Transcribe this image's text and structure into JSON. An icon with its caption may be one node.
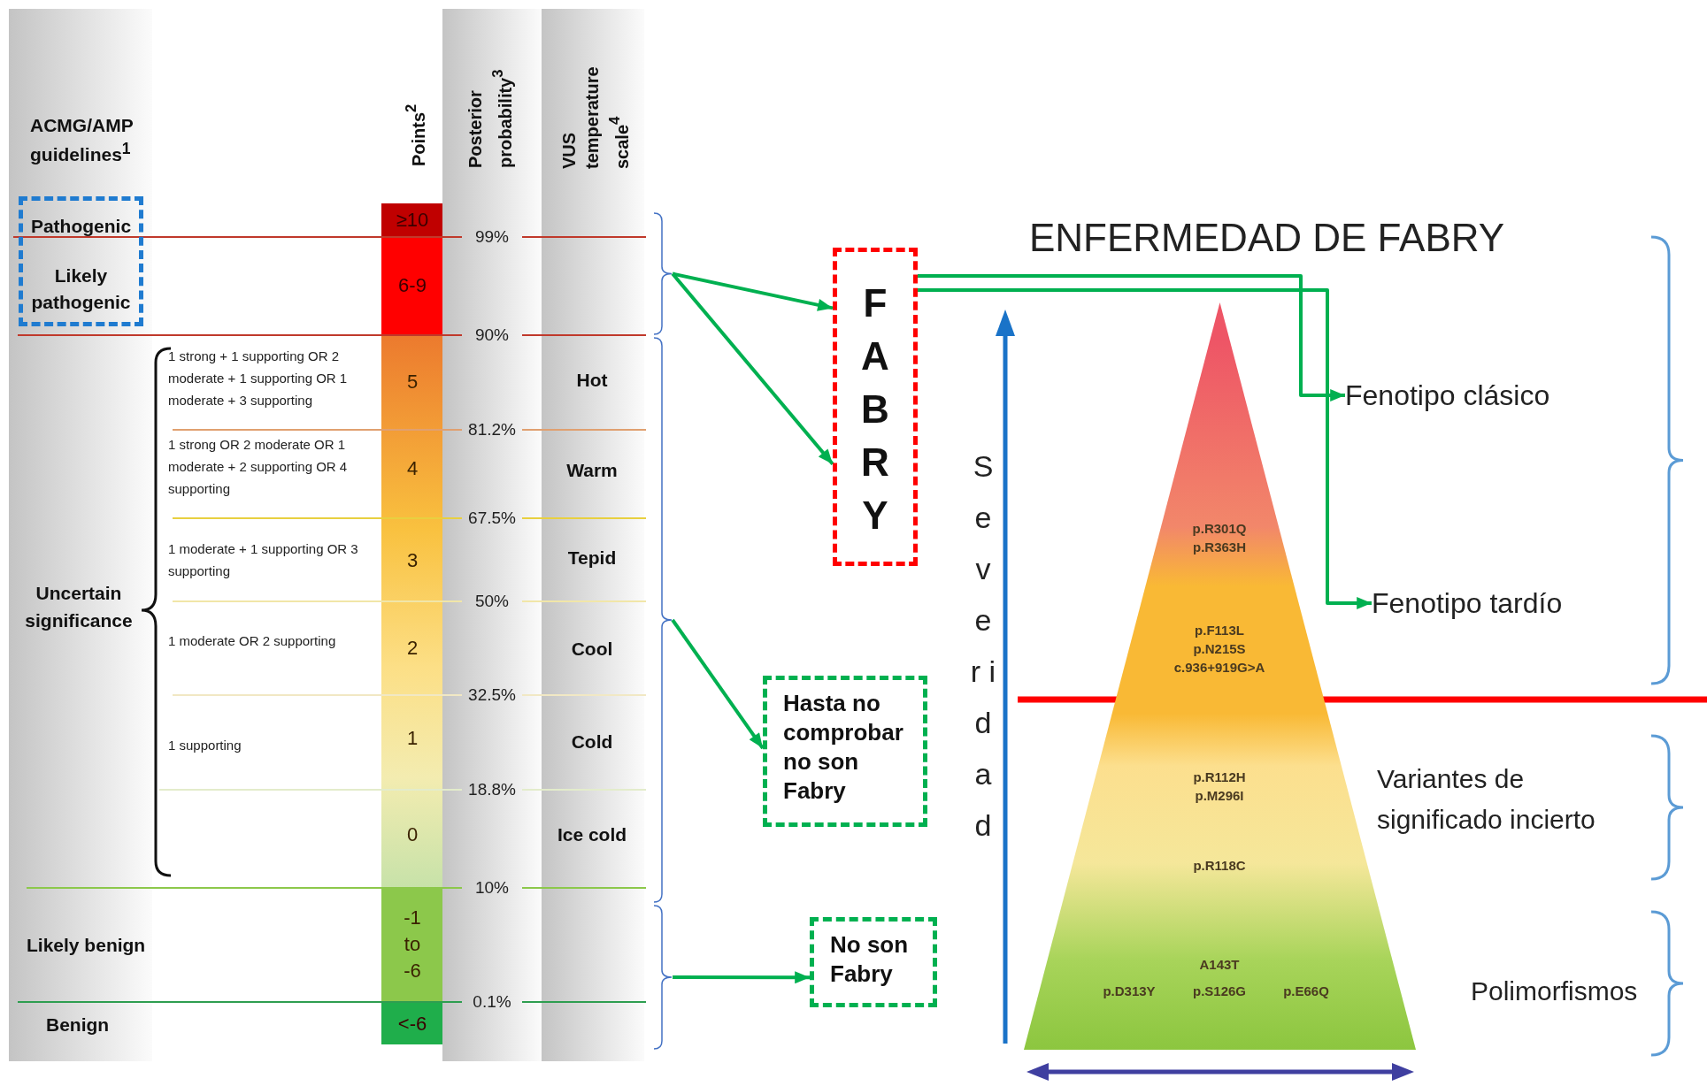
{
  "diagram": {
    "title": "ENFERMEDAD DE FABRY",
    "nodes": [
      {
        "text": [
          "Pathogenic",
          "Likely pathogenic"
        ]
      },
      {
        "text": [],
        "shape": "bracket"
      },
      {
        "text": [],
        "shape": "bracket"
      },
      {
        "text": [],
        "shape": "bracket"
      },
      {
        "text": [
          "F A B R Y"
        ]
      },
      {
        "text": [
          "Hasta no comprobar no son Fabry"
        ]
      },
      {
        "text": [
          "No son Fabry"
        ]
      },
      {
        "text": [
          "Fenotipo clásico"
        ]
      },
      {
        "text": [
          "Fenotipo tardío"
        ]
      },
      {
        "text": [
          "p.R301Q p.R363H",
          "p.F113L p.N215S c.936+919G>A",
          "p.R112H p.M296I",
          "p.R118C",
          "A143T",
          "p.D313Y",
          "p.S126G",
          "p.E66Q"
        ]
      }
    ],
    "edges": [
      {
        "from": 1,
        "to": 4,
        "arrow": "to"
      },
      {
        "from": 1,
        "to": 4,
        "arrow": "to"
      },
      {
        "from": 4,
        "to": 7,
        "arrow": "to"
      },
      {
        "from": 4,
        "to": 8,
        "arrow": "to"
      },
      {
        "from": 2,
        "to": 5,
        "arrow": "to"
      },
      {
        "from": 3,
        "to": 6,
        "arrow": "to"
      }
    ],
    "labels": [
      "ACMG/AMP guidelines$^{1}$",
      "Points$^{2}$",
      "Posterior probability$^{3}$",
      "VUS temperature scale$^{4}$",
      "≥10",
      "99%",
      "6-9",
      "90%",
      "1 strong + 1 supporting OR 2 moderate + 1 supporting OR 1 moderate + 3 supporting",
      "5",
      "Hot",
      "81.2%",
      "1 strong OR 2 moderate OR 1 moderate + 2 supporting OR 4 supporting",
      "4",
      "Warm",
      "67.5%",
      "1 moderate + 1 supporting OR 3 supporting",
      "3",
      "Tepid",
      "Uncertain significance",
      "50%",
      "1 moderate OR 2 supporting",
      "2",
      "Cool",
      "32.5%",
      "1 supporting",
      "1",
      "Cold",
      "18.8%",
      "0",
      "Ice cold",
      "10%",
      "Likely benign",
      "-1 to -6",
      "0.1%",
      "Benign",
      "<-6",
      "S e v e r i d a d",
      "Variantes de significado incierto",
      "Polimorfismos"
    ]
  }
}
